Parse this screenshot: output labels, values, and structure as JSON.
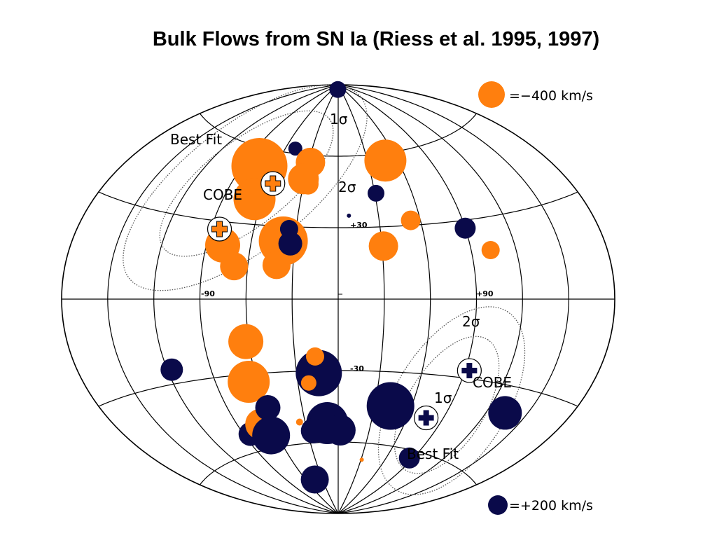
{
  "slide": {
    "title": "Bulk Flows from SN Ia (Riess et al. 1995, 1997)"
  },
  "colors": {
    "negative": "#ff7f0e",
    "positive": "#0a0a4a",
    "grid": "#000000"
  },
  "chart_data": {
    "type": "scatter",
    "projection": "aitoff",
    "title": "Bulk Flows from SN Ia (Riess et al. 1995, 1997)",
    "tick_labels": {
      "lat_plus_30": "+30",
      "lat_minus_30": "-30",
      "lon_minus_90": "-90",
      "lon_plus_90": "+90"
    },
    "legend": [
      {
        "text": "=−400 km/s",
        "kind": "negative",
        "velocity": -400
      },
      {
        "text": "=+200 km/s",
        "kind": "positive",
        "velocity": 200
      }
    ],
    "annotations": {
      "north_best_fit": "Best Fit",
      "north_cobe": "COBE",
      "north_1sigma": "1σ",
      "north_2sigma": "2σ",
      "south_2sigma": "2σ",
      "south_1sigma": "1σ",
      "south_cobe": "COBE",
      "south_best_fit": "Best Fit"
    },
    "points": [
      {
        "lon": -75,
        "lat": 53,
        "r": 40,
        "kind": "negative"
      },
      {
        "lon": -66,
        "lat": 40,
        "r": 30,
        "kind": "negative"
      },
      {
        "lon": -49,
        "lat": 62,
        "r": 10,
        "kind": "positive"
      },
      {
        "lon": -28,
        "lat": 57,
        "r": 21,
        "kind": "negative"
      },
      {
        "lon": -31,
        "lat": 50,
        "r": 22,
        "kind": "negative"
      },
      {
        "lon": -26,
        "lat": 48,
        "r": 15,
        "kind": "negative"
      },
      {
        "lon": -5,
        "lat": 88,
        "r": 12,
        "kind": "positive"
      },
      {
        "lon": 48,
        "lat": 57,
        "r": 30,
        "kind": "negative"
      },
      {
        "lon": 31,
        "lat": 44,
        "r": 12,
        "kind": "positive"
      },
      {
        "lon": 8,
        "lat": 35,
        "r": 3,
        "kind": "positive"
      },
      {
        "lon": 53,
        "lat": 32,
        "r": 14,
        "kind": "negative"
      },
      {
        "lon": 90,
        "lat": 27,
        "r": 15,
        "kind": "positive"
      },
      {
        "lon": 103,
        "lat": 18,
        "r": 13,
        "kind": "negative"
      },
      {
        "lon": 31,
        "lat": 22,
        "r": 21,
        "kind": "negative"
      },
      {
        "lon": -79,
        "lat": 21,
        "r": 25,
        "kind": "negative"
      },
      {
        "lon": -69,
        "lat": 13,
        "r": 20,
        "kind": "negative"
      },
      {
        "lon": -38,
        "lat": 24,
        "r": 35,
        "kind": "negative"
      },
      {
        "lon": -41,
        "lat": 14,
        "r": 20,
        "kind": "negative"
      },
      {
        "lon": -35,
        "lat": 29,
        "r": 13,
        "kind": "positive"
      },
      {
        "lon": -33,
        "lat": 23,
        "r": 17,
        "kind": "positive"
      },
      {
        "lon": -62,
        "lat": -17,
        "r": 25,
        "kind": "negative"
      },
      {
        "lon": -117,
        "lat": -25,
        "r": 16,
        "kind": "positive"
      },
      {
        "lon": -66,
        "lat": -33,
        "r": 30,
        "kind": "negative"
      },
      {
        "lon": -14,
        "lat": -31,
        "r": 33,
        "kind": "positive"
      },
      {
        "lon": -16,
        "lat": -24,
        "r": 13,
        "kind": "negative"
      },
      {
        "lon": -22,
        "lat": -35,
        "r": 11,
        "kind": "negative"
      },
      {
        "lon": -84,
        "lat": -53,
        "r": 17,
        "kind": "positive"
      },
      {
        "lon": -70,
        "lat": -50,
        "r": 22,
        "kind": "negative"
      },
      {
        "lon": -58,
        "lat": -44,
        "r": 18,
        "kind": "positive"
      },
      {
        "lon": -66,
        "lat": -55,
        "r": 27,
        "kind": "positive"
      },
      {
        "lon": -35,
        "lat": -51,
        "r": 5,
        "kind": "negative"
      },
      {
        "lon": -10,
        "lat": -52,
        "r": 30,
        "kind": "positive"
      },
      {
        "lon": -24,
        "lat": -55,
        "r": 18,
        "kind": "positive"
      },
      {
        "lon": 2,
        "lat": -55,
        "r": 22,
        "kind": "positive"
      },
      {
        "lon": 43,
        "lat": -44,
        "r": 34,
        "kind": "positive"
      },
      {
        "lon": 134,
        "lat": -39,
        "r": 24,
        "kind": "positive"
      },
      {
        "lon": 86,
        "lat": -63,
        "r": 15,
        "kind": "positive"
      },
      {
        "lon": 31,
        "lat": -67,
        "r": 3,
        "kind": "negative"
      },
      {
        "lon": -44,
        "lat": -75,
        "r": 20,
        "kind": "positive"
      }
    ],
    "markers": [
      {
        "name": "north-best-fit-marker",
        "lon": -56,
        "lat": 47,
        "kind": "negative"
      },
      {
        "name": "north-cobe-marker",
        "lon": -84,
        "lat": 27,
        "kind": "negative"
      },
      {
        "name": "south-cobe-marker",
        "lon": 93,
        "lat": -27,
        "kind": "positive"
      },
      {
        "name": "south-best-fit-marker",
        "lon": 76,
        "lat": -47,
        "kind": "positive"
      }
    ]
  }
}
